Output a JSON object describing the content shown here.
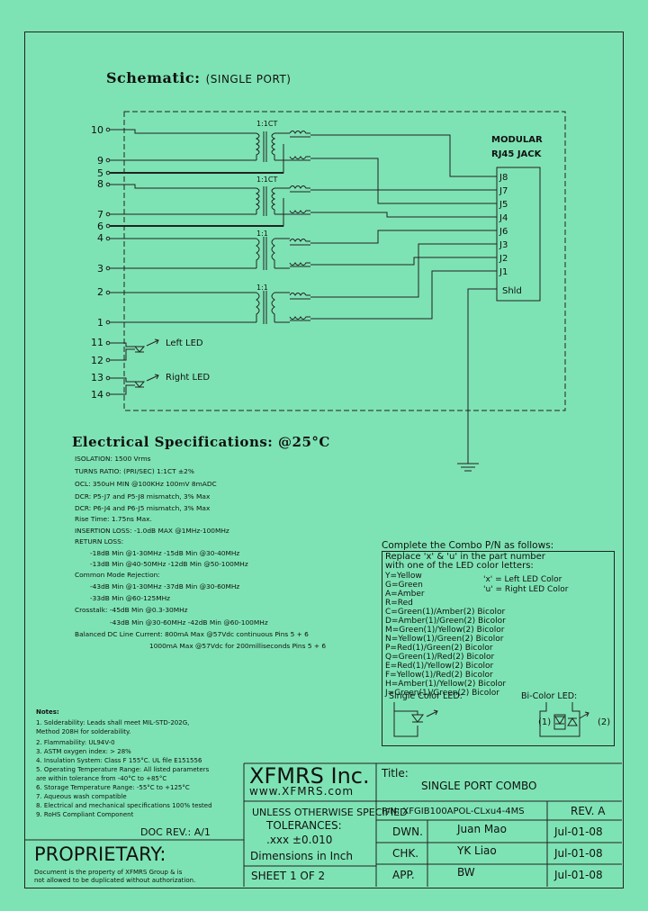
{
  "schematic": {
    "title": "Schematic:",
    "subtitle": "(SINGLE PORT)",
    "connector_title_1": "MODULAR",
    "connector_title_2": "RJ45  JACK",
    "left_pins": [
      "10",
      "9",
      "5",
      "8",
      "7",
      "6",
      "4",
      "3",
      "2",
      "1",
      "11",
      "12",
      "13",
      "14"
    ],
    "jack_pins": [
      "J8",
      "J7",
      "J5",
      "J4",
      "J6",
      "J3",
      "J2",
      "J1",
      "Shld"
    ],
    "ratios": [
      "1:1CT",
      "1:1CT",
      "1:1",
      "1:1"
    ],
    "left_led": "Left LED",
    "right_led": "Right LED"
  },
  "electrical": {
    "title": "Electrical   Specifications: @25°C",
    "lines": [
      "ISOLATION: 1500 Vrms",
      "TURNS RATIO: (PRI/SEC) 1:1CT ±2%",
      "OCL: 350uH MIN @100KHz  100mV 8mADC",
      "DCR: P5-J7 and P5-J8 mismatch, 3% Max",
      "DCR: P6-J4 and P6-J5 mismatch, 3% Max",
      "Rise Time: 1.75ns Max.",
      "INSERTION LOSS: -1.0dB MAX @1MHz-100MHz",
      "RETURN LOSS:",
      "-18dB Min @1-30MHz          -15dB Min @30-40MHz",
      "-13dB Min @40-50MHz       -12dB Min @50-100MHz",
      "Common Mode Rejection:",
      "-43dB Min @1-30MHz       -37dB Min @30-60MHz",
      "-33dB Min @60-125MHz",
      "Crosstalk:  -45dB Min @0.3-30MHz",
      "-43dB Min @30-60MHz        -42dB Min @60-100MHz",
      "Balanced DC Line Current:   800mA Max @57Vdc continuous Pins 5 + 6",
      "1000mA Max @57Vdc for 200milliseconds Pins 5 + 6"
    ]
  },
  "notes": {
    "title": "Notes:",
    "items": [
      "1.  Solderability: Leads shall meet MIL-STD-202G,",
      "     Method 208H for solderability.",
      "2.  Flammability: UL94V-0",
      "3.  ASTM oxygen index: > 28%",
      "4.  Insulation System: Class F 155°C. UL file E151556",
      "5.  Operating Temperature Range: All listed parameters",
      "     are within tolerance from -40°C to +85°C",
      "6.  Storage Temperature Range: -55°C to +125°C",
      "7.  Aqueous wash compatible",
      "8.  Electrical and mechanical specifications 100% tested",
      "9.  RoHS Compliant Component"
    ],
    "doc_rev": "DOC REV.: A/1"
  },
  "combo": {
    "title": "Complete the Combo P/N as follows:",
    "intro1": "Replace 'x' & 'u' in the part number",
    "intro2": "with one of the LED color letters:",
    "colors": [
      "Y=Yellow",
      "G=Green",
      "A=Amber",
      "R=Red",
      "C=Green(1)/Amber(2)  Bicolor",
      "D=Amber(1)/Green(2)  Bicolor",
      "M=Green(1)/Yellow(2)  Bicolor",
      "N=Yellow(1)/Green(2)  Bicolor",
      "P=Red(1)/Green(2)  Bicolor",
      "Q=Green(1)/Red(2)  Bicolor",
      "E=Red(1)/Yellow(2)  Bicolor",
      "F=Yellow(1)/Red(2)  Bicolor",
      "H=Amber(1)/Yellow(2)  Bicolor",
      "J=Green(1)/Green(2)  Bicolor"
    ],
    "x_desc": "'x' = Left LED Color",
    "u_desc": "'u' = Right LED Color",
    "single_label": "Single Color LED:",
    "bi_label": "Bi-Color LED:",
    "bi_1": "(1)",
    "bi_2": "(2)"
  },
  "title_block": {
    "company": "XFMRS Inc.",
    "website": "www.XFMRS.com",
    "unless": "UNLESS OTHERWISE SPECIFIED",
    "tolerances": "TOLERANCES:",
    "tol_value": ".xxx ±0.010",
    "dimensions": "Dimensions in Inch",
    "sheet": "SHEET  1  OF  2",
    "title_label": "Title:",
    "title_value": "SINGLE  PORT  COMBO",
    "pn": "P/N:  XFGIB100APOL-CLxu4-4MS",
    "rev": "REV.  A",
    "dwn_label": "DWN.",
    "dwn_name": "Juan Mao",
    "dwn_date": "Jul-01-08",
    "chk_label": "CHK.",
    "chk_name": "YK Liao",
    "chk_date": "Jul-01-08",
    "app_label": "APP.",
    "app_name": "BW",
    "app_date": "Jul-01-08",
    "proprietary": "PROPRIETARY:",
    "prop_text_1": "Document is the property of XFMRS Group & is",
    "prop_text_2": "not allowed to be duplicated without authorization."
  }
}
